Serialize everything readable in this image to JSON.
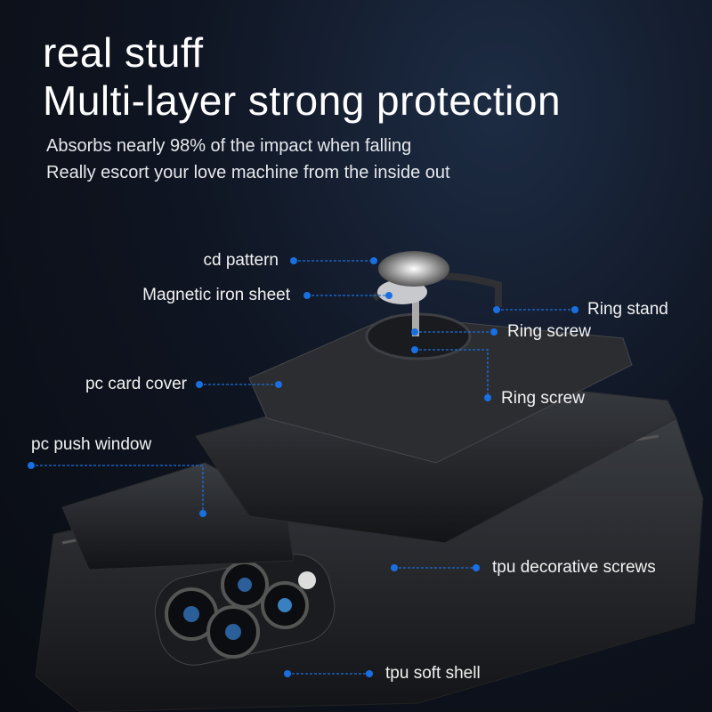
{
  "headline": {
    "line1": "real stuff",
    "line2": "Multi-layer strong protection"
  },
  "subtitle": {
    "line1": "Absorbs nearly 98% of the impact when falling",
    "line2": "Really escort your love machine from the inside out"
  },
  "callouts": {
    "cd_pattern": "cd pattern",
    "magnetic_iron_sheet": "Magnetic iron sheet",
    "ring_stand": "Ring stand",
    "ring_screw_1": "Ring screw",
    "ring_screw_2": "Ring screw",
    "pc_card_cover": "pc card cover",
    "pc_push_window": "pc push window",
    "tpu_decorative_screws": "tpu decorative screws",
    "tpu_soft_shell": "tpu soft shell"
  },
  "colors": {
    "accent": "#1a6fe0",
    "background": "#0f1522"
  }
}
